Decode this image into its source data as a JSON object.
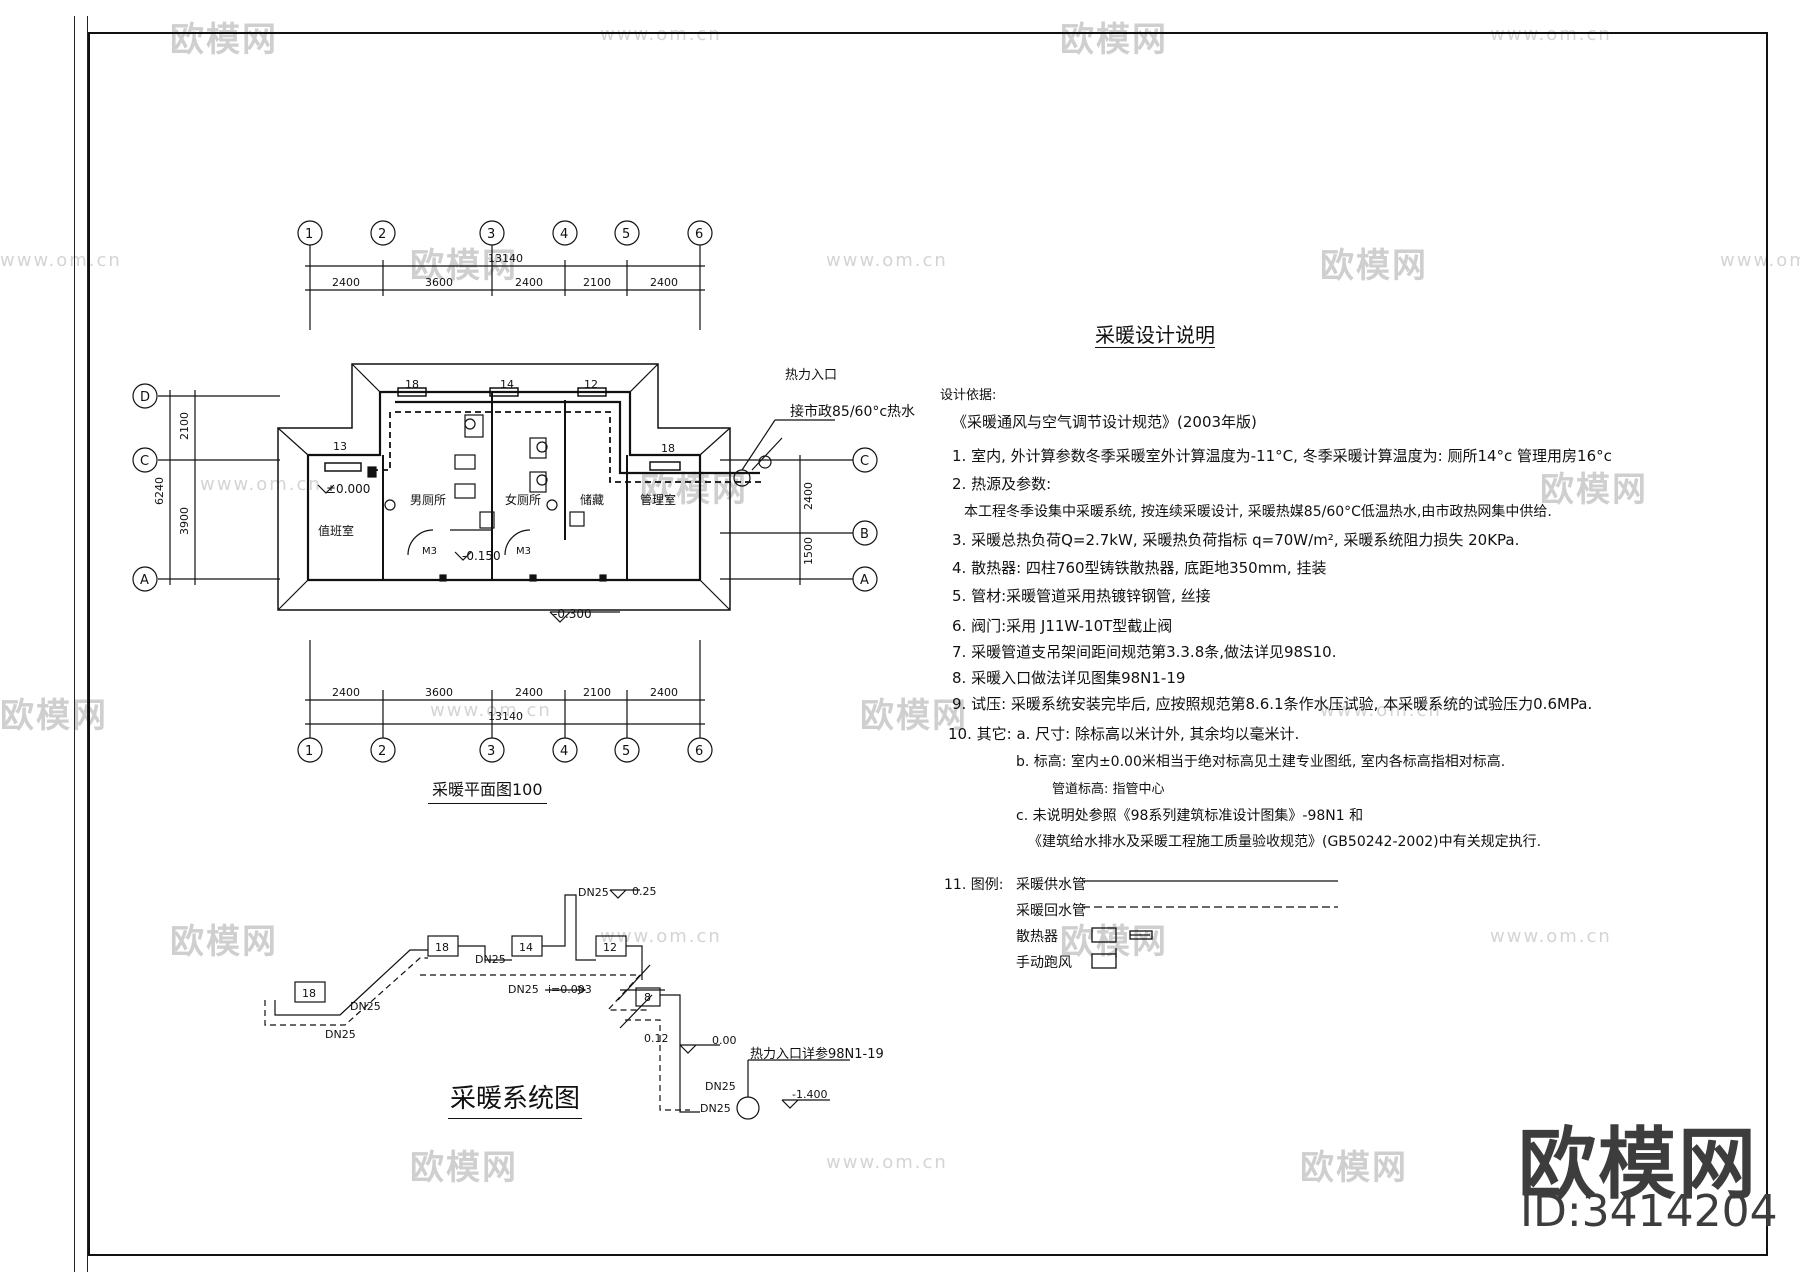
{
  "watermark": {
    "brand": "欧模网",
    "url": "www.om.cn"
  },
  "brand": {
    "name": "欧模网",
    "id": "ID:3414204"
  },
  "plan": {
    "title": "采暖平面图100",
    "grid_cols": [
      "1",
      "2",
      "3",
      "4",
      "5",
      "6"
    ],
    "grid_rows": [
      "D",
      "C",
      "B",
      "A"
    ],
    "top_dims": [
      "2400",
      "3600",
      "2400",
      "2100",
      "2400"
    ],
    "total_dim": "13140",
    "left_dims": [
      "2100",
      "3900"
    ],
    "left_total": "6240",
    "right_dims": [
      "2400",
      "1500"
    ],
    "radiators": [
      "18",
      "14",
      "12",
      "13",
      "18"
    ],
    "rooms": [
      "男厕所",
      "女厕所",
      "值班室",
      "储藏",
      "管理室"
    ],
    "doors": [
      "M3",
      "M3"
    ],
    "levels": [
      "±0.000",
      "-0.150",
      "-0.300"
    ],
    "inlet_label": "热力入口",
    "inlet_note": "接市政85/60°c热水"
  },
  "system": {
    "title": "采暖系统图",
    "radiators": [
      "18",
      "18",
      "14",
      "12",
      "8"
    ],
    "pipes": [
      "DN25",
      "DN25",
      "DN25",
      "DN25",
      "DN25",
      "DN25",
      "DN25"
    ],
    "slope": "i=0.003",
    "levels": [
      "0.25",
      "0.00",
      "-1.400",
      "0.12"
    ],
    "inlet_note": "热力入口详参98N1-19"
  },
  "notes": {
    "title": "采暖设计说明",
    "lines": [
      "设计依据:",
      "《采暖通风与空气调节设计规范》(2003年版)",
      "1. 室内, 外计算参数冬季采暖室外计算温度为-11°C, 冬季采暖计算温度为: 厕所14°c  管理用房16°c",
      "2. 热源及参数:",
      "本工程冬季设集中采暖系统, 按连续采暖设计, 采暖热媒85/60°C低温热水,由市政热网集中供给.",
      "3. 采暖总热负荷Q=2.7kW, 采暖热负荷指标 q=70W/m², 采暖系统阻力损失 20KPa.",
      "4. 散热器: 四柱760型铸铁散热器, 底距地350mm, 挂装",
      "5. 管材:采暖管道采用热镀锌钢管, 丝接",
      "6. 阀门:采用 J11W-10T型截止阀",
      "7. 采暖管道支吊架间距间规范第3.3.8条,做法详见98S10.",
      "8. 采暖入口做法详见图集98N1-19",
      "9. 试压: 采暖系统安装完毕后, 应按照规范第8.6.1条作水压试验, 本采暖系统的试验压力0.6MPa.",
      "10. 其它: a. 尺寸: 除标高以米计外, 其余均以毫米计.",
      "b. 标高: 室内±0.00米相当于绝对标高见土建专业图纸, 室内各标高指相对标高.",
      "管道标高: 指管中心",
      "c. 未说明处参照《98系列建筑标准设计图集》-98N1 和",
      "《建筑给水排水及采暖工程施工质量验收规范》(GB50242-2002)中有关规定执行."
    ],
    "legend_title": "11. 图例:",
    "legend": [
      "采暖供水管",
      "采暖回水管",
      "散热器",
      "手动跑风"
    ]
  }
}
